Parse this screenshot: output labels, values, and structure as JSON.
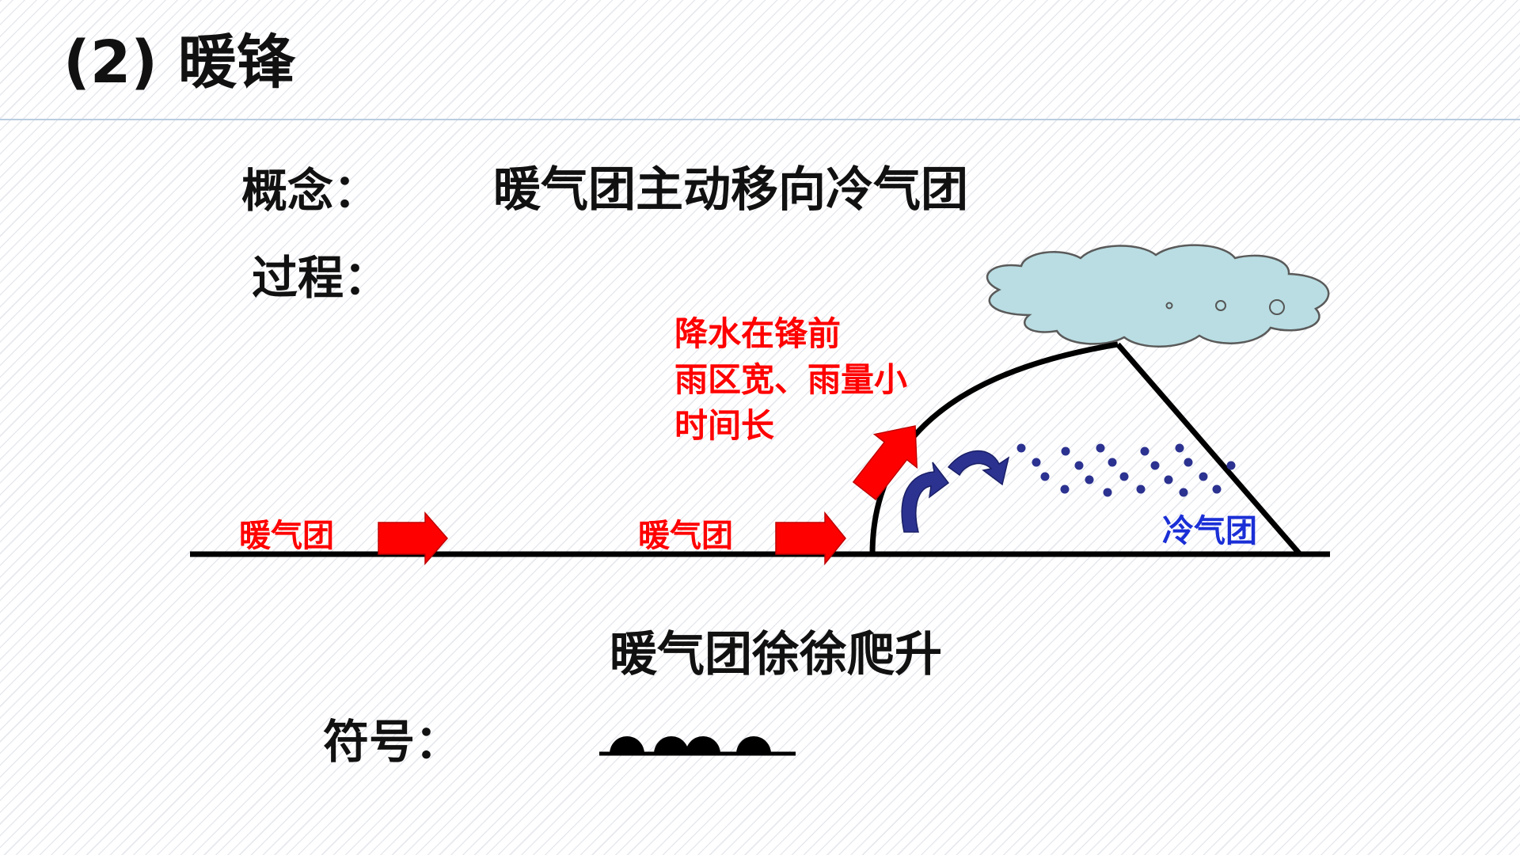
{
  "slide": {
    "title": "(2) 暖锋",
    "concept_label": "概念：",
    "concept_text": "暖气团主动移向冷气团",
    "process_label": "过程：",
    "caption": "暖气团徐徐爬升",
    "symbol_label": "符号："
  },
  "diagram": {
    "warm_air_label_left": "暖气团",
    "warm_air_label_mid": "暖气团",
    "cold_air_label": "冷气团",
    "precip_notes": [
      "降水在锋前",
      "雨区宽、雨量小",
      "时间长"
    ]
  },
  "colors": {
    "warm_arrow": "#ff0000",
    "cold_label": "#1a2fd6",
    "rise_arrow": "#2b3290",
    "rain_dots": "#2b3290",
    "cloud_fill": "#b9dde2",
    "front_line": "#000000",
    "warm_text": "#ff0000"
  },
  "icons": {
    "cloud": "cloud-icon",
    "warm_front_symbol": "warm-front-symbol-icon"
  }
}
